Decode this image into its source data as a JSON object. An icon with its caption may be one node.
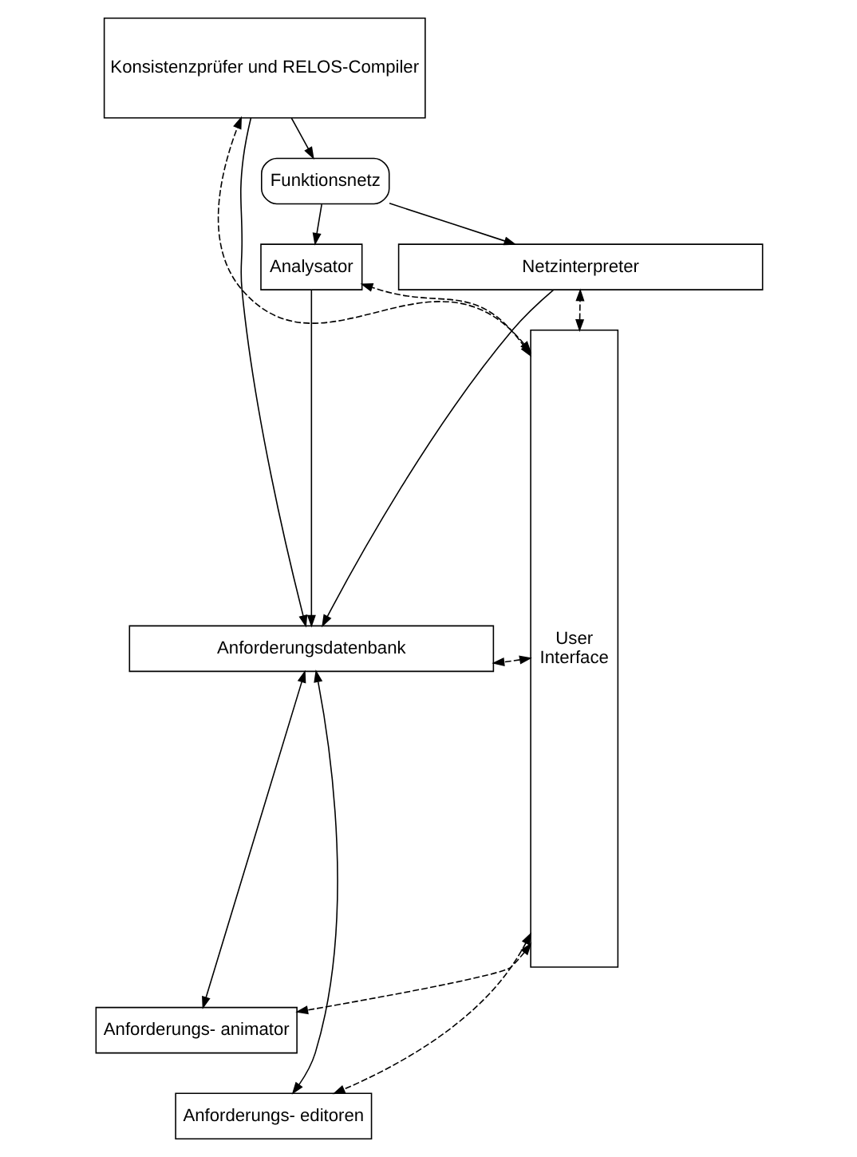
{
  "diagram": {
    "nodes": [
      {
        "text": [
          "User Interface"
        ]
      },
      {
        "text": [
          "Anforderungsdatenbank"
        ]
      },
      {
        "text": [
          "Anforderungs- animator"
        ]
      },
      {
        "text": [
          "Anforderungs- editoren"
        ]
      },
      {
        "text": [
          "Konsistenzprüfer und RELOS-Compiler"
        ]
      },
      {
        "text": [
          "Funktionsnetz"
        ]
      },
      {
        "text": [
          "Analysator"
        ]
      },
      {
        "text": [
          "Netzinterpreter"
        ]
      }
    ],
    "edges": [
      {
        "from": 0,
        "to": 1,
        "arrow": "both",
        "style": "dashed"
      },
      {
        "from": 0,
        "to": 2,
        "arrow": "both",
        "style": "dashed"
      },
      {
        "from": 0,
        "to": 3,
        "arrow": "both",
        "style": "dashed"
      },
      {
        "from": 0,
        "to": 4,
        "arrow": "both",
        "style": "dashed"
      },
      {
        "from": 0,
        "to": 6,
        "arrow": "both",
        "style": "dashed"
      },
      {
        "from": 0,
        "to": 7,
        "arrow": "both",
        "style": "dashed"
      },
      {
        "from": 1,
        "to": 2,
        "arrow": "both"
      },
      {
        "from": 1,
        "to": 3,
        "arrow": "both"
      },
      {
        "from": 4,
        "to": 1,
        "arrow": "to"
      },
      {
        "from": 6,
        "to": 1,
        "arrow": "to"
      },
      {
        "from": 7,
        "to": 1,
        "arrow": "to"
      },
      {
        "from": 4,
        "to": 5,
        "arrow": "to"
      },
      {
        "from": 5,
        "to": 6,
        "arrow": "to"
      },
      {
        "from": 5,
        "to": 7,
        "arrow": "to"
      }
    ]
  }
}
